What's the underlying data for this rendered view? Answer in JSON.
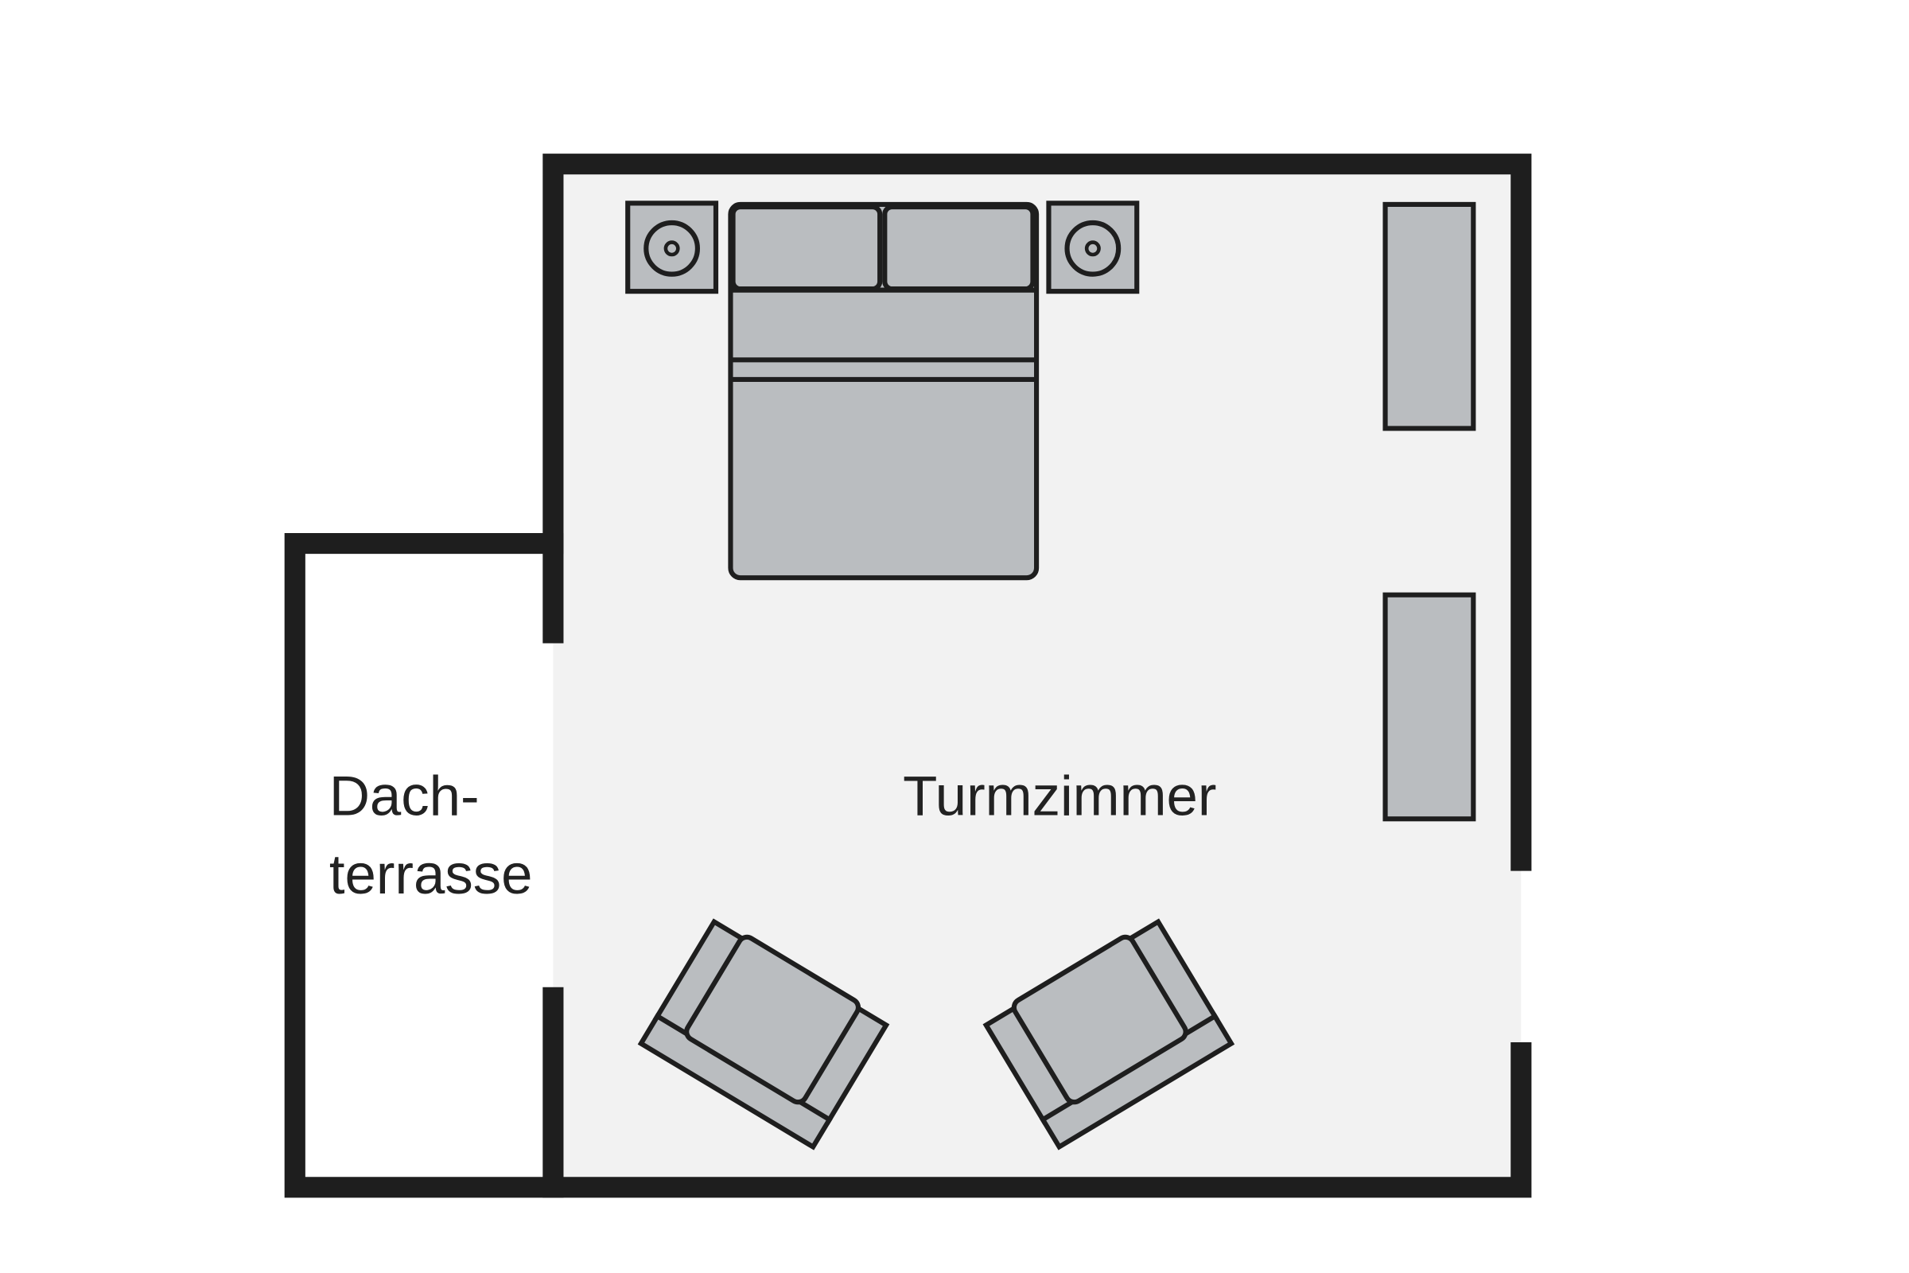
{
  "rooms": {
    "main": {
      "label": "Turmzimmer"
    },
    "terrace": {
      "label_line1": "Dach-",
      "label_line2": "terrasse"
    }
  },
  "colors": {
    "wall": "#1e1e1e",
    "floor": "#f2f2f2",
    "furniture": "#babdc0"
  },
  "furniture": [
    "double-bed",
    "nightstand",
    "nightstand",
    "wardrobe",
    "wardrobe",
    "armchair",
    "armchair"
  ]
}
